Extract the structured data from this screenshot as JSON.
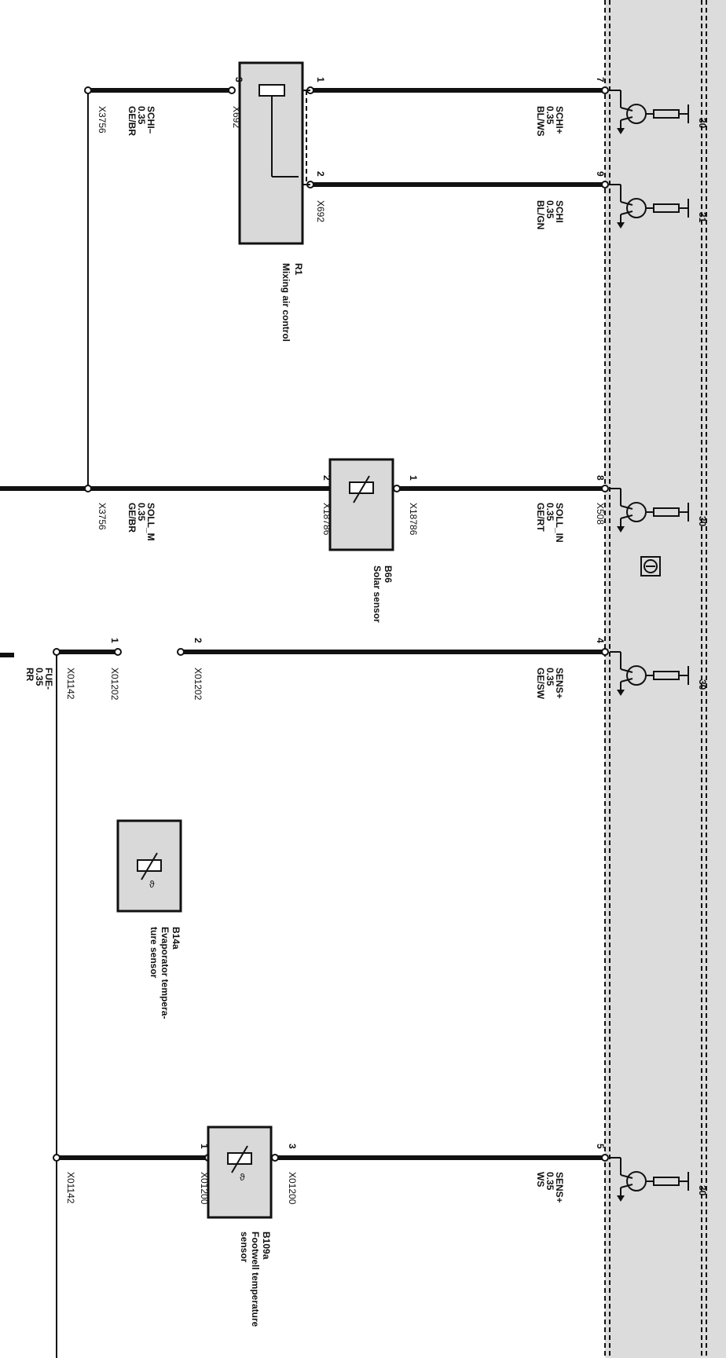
{
  "components": {
    "r1": {
      "id": "R1",
      "desc": "Mixing air control"
    },
    "b66": {
      "id": "B66",
      "desc": "Solar sensor"
    },
    "b14a": {
      "id": "B14a",
      "desc1": "Evaporator tempera-",
      "desc2": "ture sensor"
    },
    "b109a": {
      "id": "B109a",
      "desc1": "Footwell temperature",
      "desc2": "sensor"
    }
  },
  "wires": {
    "schi_minus": {
      "name": "SCHI–",
      "size": "0.35",
      "color": "GE/BR",
      "connector": "X3756"
    },
    "schi_plus": {
      "name": "SCHI+",
      "size": "0.35",
      "color": "BL/WS",
      "pin": "7"
    },
    "schi": {
      "name": "SCHI",
      "size": "0.35",
      "color": "BL/GN",
      "pin": "9"
    },
    "soll_m": {
      "name": "SOLL_M",
      "size": "0.35",
      "color": "GE/BR",
      "connector": "X3756"
    },
    "soll_in": {
      "name": "SOLL_IN",
      "size": "0.35",
      "color": "GE/RT",
      "pin": "8",
      "connector": "X508"
    },
    "fue": {
      "name": "FUE-",
      "size": "0.35",
      "color": "RR"
    },
    "sens_evap": {
      "name": "SENS+",
      "size": "0.35",
      "color": "GE/SW",
      "pin": "4"
    },
    "sens_foot": {
      "name": "SENS+",
      "size": "0.35",
      "color": "WS",
      "pin": "5"
    }
  },
  "connectors": {
    "x692": "X692",
    "x18786": "X18786",
    "x01202": "X01202",
    "x01200": "X01200",
    "x01142": "X01142"
  },
  "pins": {
    "r1_p3": "3",
    "r1_p1": "1",
    "r1_p2": "2",
    "b66_p2": "2",
    "b66_p1": "1",
    "b14a_p1": "1",
    "b14a_p2": "2",
    "b109a_p1": "1",
    "b109a_p3": "3"
  },
  "module_refs": {
    "r1_schi_plus": "30",
    "r1_schi": "31",
    "b66": "30",
    "b14a": "30",
    "b109a": "30"
  }
}
